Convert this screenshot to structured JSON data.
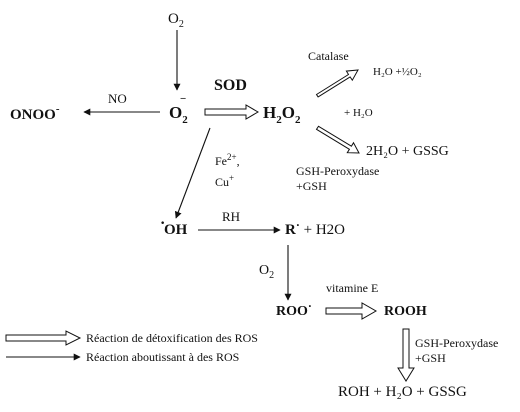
{
  "nodes": {
    "o2_top": {
      "base": "O",
      "sub": "2"
    },
    "superoxide": {
      "base": "O",
      "sub": "2",
      "sup": "−"
    },
    "peroxynitrite": "ONOO",
    "peroxynitrite_sup": "-",
    "hydrogen_peroxide": {
      "base": "H",
      "sub1": "2",
      "mid": "O",
      "sub2": "2"
    },
    "hydroxyl_dot": "·",
    "hydroxyl": "OH",
    "radical": "R",
    "radical_dot": "·",
    "radical_product": " + H2O",
    "peroxyl": "ROO",
    "peroxyl_dot": "·",
    "hydroperoxide": "ROOH",
    "final_products": "ROH + H₂O + GSSG"
  },
  "labels": {
    "no": "NO",
    "sod": "SOD",
    "catalase": "Catalase",
    "catalase_products": "H₂O +½O₂",
    "water_note": "+ H₂O",
    "gsh_products": "2H₂O + GSSG",
    "gsh_peroxydase_1": "GSH-Peroxydase",
    "gsh_1": "+GSH",
    "fe": "Fe",
    "fe_sup": "2+",
    "fe_comma": ",",
    "cu": "Cu",
    "cu_sup": "+",
    "rh": "RH",
    "o2_mid": {
      "base": "O",
      "sub": "2"
    },
    "vitamine_e": "vitamine E",
    "gsh_peroxydase_2": "GSH-Peroxydase",
    "gsh_2": "+GSH"
  },
  "legend": {
    "detox": "Réaction de détoxification des ROS",
    "ros": "Réaction aboutissant à des ROS"
  }
}
